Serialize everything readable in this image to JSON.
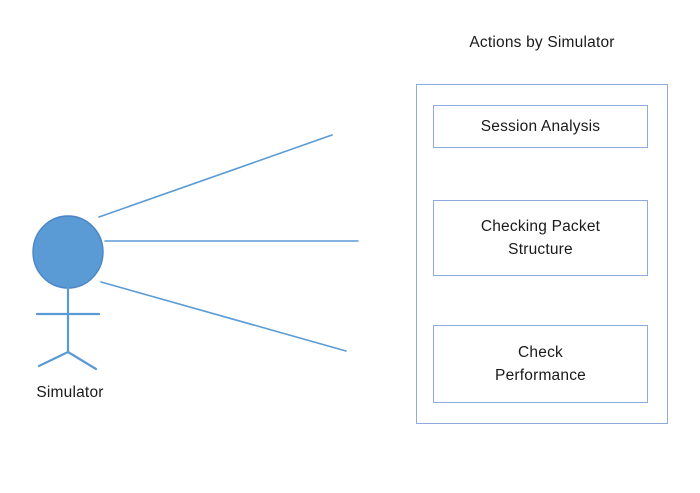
{
  "diagram": {
    "type": "uml-use-case",
    "background_color": "#ffffff",
    "actor": {
      "name": "Simulator",
      "label": "Simulator",
      "head_fill": "#5B9BD5",
      "stroke": "#4a86c5"
    },
    "system": {
      "title": "Actions by Simulator",
      "boundary_stroke": "#8FAADC",
      "use_cases": [
        {
          "id": "session-analysis",
          "label": "Session Analysis",
          "lines": [
            "Session Analysis"
          ]
        },
        {
          "id": "checking-packet-structure",
          "label": "Checking Packet Structure",
          "lines": [
            "Checking Packet",
            "Structure"
          ]
        },
        {
          "id": "check-performance",
          "label": "Check Performance",
          "lines": [
            "Check",
            "Performance"
          ]
        }
      ]
    },
    "associations": [
      {
        "from": "Simulator",
        "to": "Session Analysis",
        "stroke": "#5B9BD5"
      },
      {
        "from": "Simulator",
        "to": "Checking Packet Structure",
        "stroke": "#5B9BD5"
      },
      {
        "from": "Simulator",
        "to": "Check Performance",
        "stroke": "#5B9BD5"
      }
    ]
  }
}
